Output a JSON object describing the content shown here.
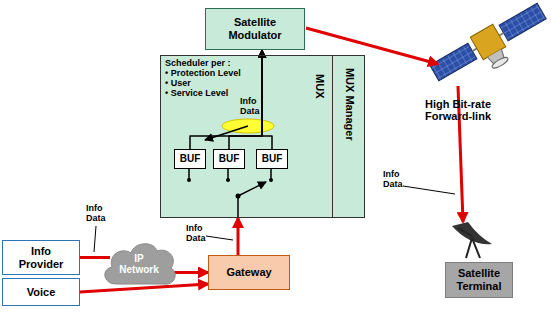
{
  "diagram": {
    "nodes": [
      {
        "text": [
          "Satellite Modulator"
        ]
      },
      {
        "text": [
          "MUX"
        ]
      },
      {
        "text": [
          "BUF"
        ],
        "in": 1
      },
      {
        "text": [
          "BUF"
        ],
        "in": 1
      },
      {
        "text": [
          "BUF"
        ],
        "in": 1
      },
      {
        "text": [
          "MUX Manager"
        ]
      },
      {
        "text": [
          "Info Provider"
        ]
      },
      {
        "text": [
          "IP Network"
        ]
      },
      {
        "text": [
          "Gateway"
        ]
      },
      {
        "text": [
          "Voice"
        ]
      },
      {
        "text": [
          "Satellite Terminal"
        ]
      }
    ],
    "edges": [
      {
        "from": 6,
        "to": 7,
        "arrow": "none"
      },
      {
        "from": 7,
        "to": 8,
        "arrow": "to"
      },
      {
        "from": 9,
        "to": 8,
        "arrow": "to"
      },
      {
        "from": 8,
        "to": 1,
        "arrow": "to"
      },
      {
        "from": 2,
        "to": 0,
        "arrow": "to"
      },
      {
        "from": 3,
        "to": 0,
        "arrow": "to"
      },
      {
        "from": 4,
        "to": 0,
        "arrow": "to"
      }
    ],
    "labels": [
      "Scheduler per :",
      "• Protection Level",
      "• User",
      "• Service Level",
      "Info Data",
      "High Bit-rate Forward-link",
      "Info Data",
      "Info Data",
      "Info Data"
    ]
  }
}
